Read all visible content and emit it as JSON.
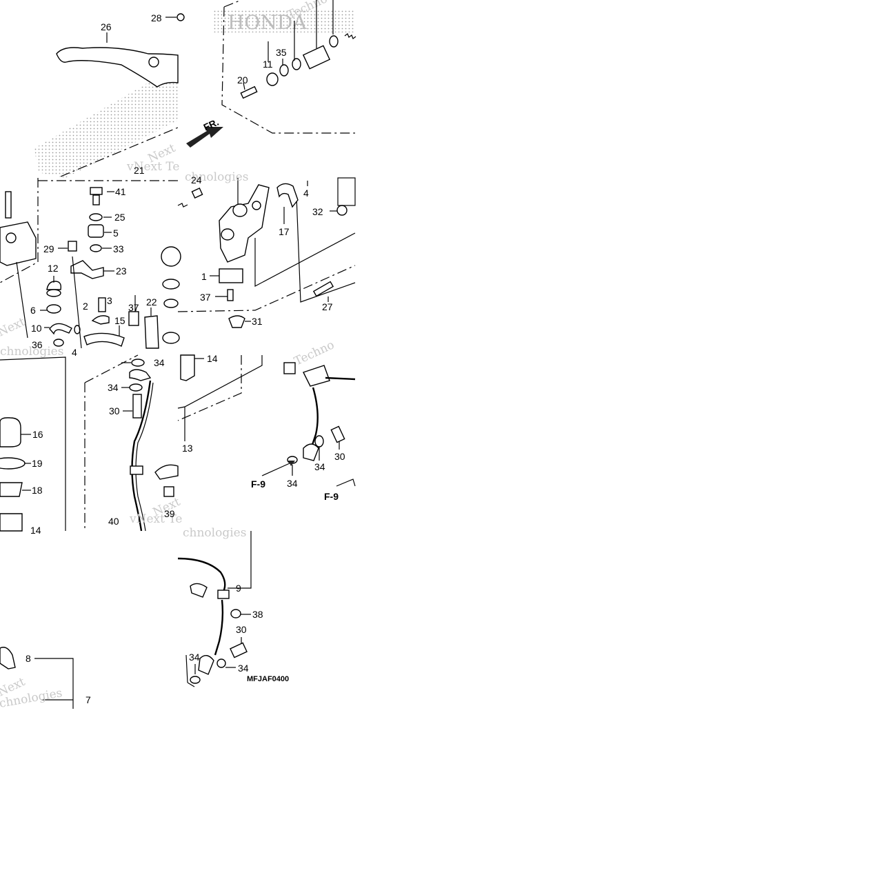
{
  "diagram": {
    "code": "MFJAF0400",
    "fr_label": "FR.",
    "ref_label": "F-9",
    "watermark": {
      "line1": "vNext Te",
      "line2": "chnologies",
      "word": "Next",
      "word2": "Techno",
      "brand": "HONDA"
    },
    "callouts": {
      "c1": "1",
      "c2": "2",
      "c3": "3",
      "c4": "4",
      "c5": "5",
      "c6": "6",
      "c7": "7",
      "c8": "8",
      "c9": "9",
      "c10": "10",
      "c11": "11",
      "c12": "12",
      "c13": "13",
      "c14": "14",
      "c15": "15",
      "c16": "16",
      "c17": "17",
      "c18": "18",
      "c19": "19",
      "c20": "20",
      "c21": "21",
      "c22": "22",
      "c23": "23",
      "c24": "24",
      "c25": "25",
      "c26": "26",
      "c27": "27",
      "c28": "28",
      "c29": "29",
      "c30": "30",
      "c31": "31",
      "c32": "32",
      "c33": "33",
      "c34": "34",
      "c35": "35",
      "c36": "36",
      "c37": "37",
      "c38": "38",
      "c39": "39",
      "c40": "40",
      "c41": "41"
    }
  }
}
